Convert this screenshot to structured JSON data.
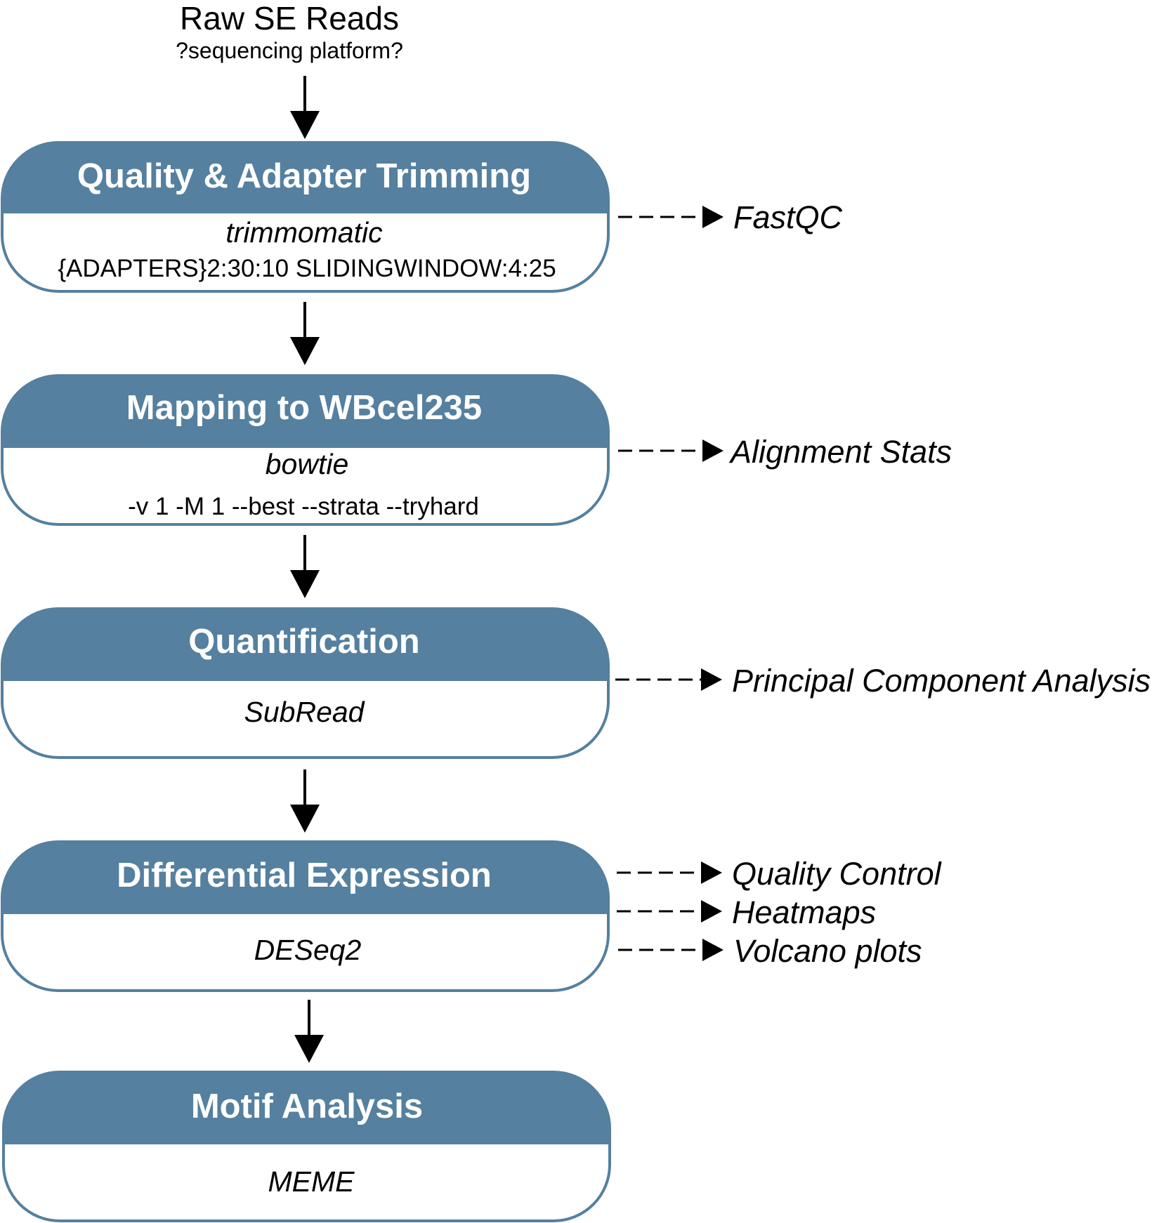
{
  "input": {
    "title": "Raw SE Reads",
    "subtitle": "?sequencing platform?"
  },
  "colors": {
    "header_fill": "#55809f",
    "box_border": "#55809f",
    "title_text": "#ffffff",
    "arrow": "#000000"
  },
  "steps": [
    {
      "title": "Quality & Adapter Trimming",
      "tool": "trimmomatic",
      "params": "{ADAPTERS}2:30:10 SLIDINGWINDOW:4:25",
      "outputs": [
        "FastQC"
      ]
    },
    {
      "title": "Mapping to WBcel235",
      "tool": "bowtie",
      "params": "-v 1 -M 1 --best --strata --tryhard",
      "outputs": [
        "Alignment Stats"
      ]
    },
    {
      "title": "Quantification",
      "tool": "SubRead",
      "params": "",
      "outputs": [
        "Principal Component Analysis"
      ]
    },
    {
      "title": "Differential Expression",
      "tool": "DESeq2",
      "params": "",
      "outputs": [
        "Quality Control",
        "Heatmaps",
        "Volcano plots"
      ]
    },
    {
      "title": "Motif Analysis",
      "tool": "MEME",
      "params": "",
      "outputs": []
    }
  ]
}
